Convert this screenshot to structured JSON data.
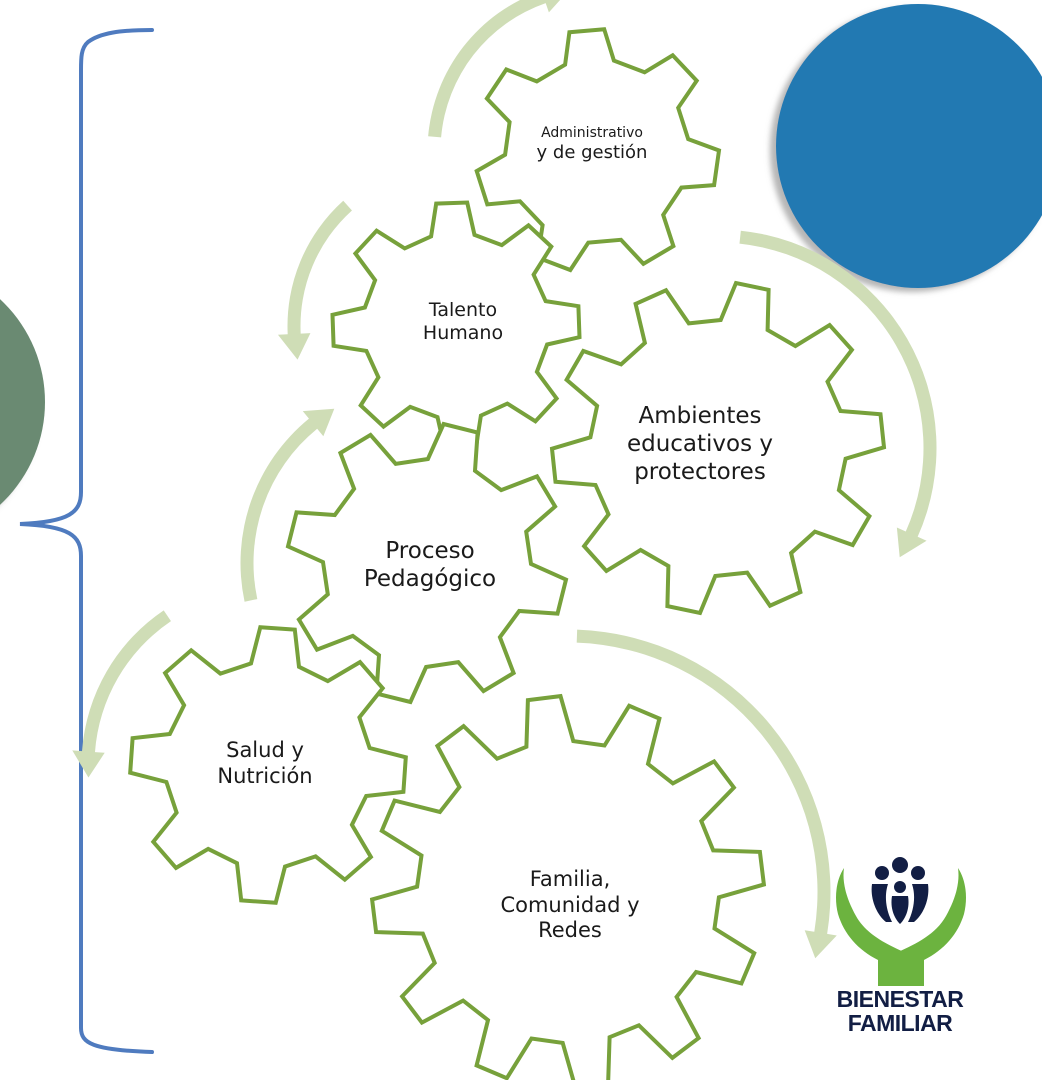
{
  "diagram": {
    "gears": [
      {
        "id": "administrativo",
        "lines": [
          "Administrativo",
          "y de gestión"
        ]
      },
      {
        "id": "talento",
        "lines": [
          "Talento",
          "Humano"
        ]
      },
      {
        "id": "ambientes",
        "lines": [
          "Ambientes",
          "educativos y",
          "protectores"
        ]
      },
      {
        "id": "proceso",
        "lines": [
          "Proceso",
          "Pedagógico"
        ]
      },
      {
        "id": "salud",
        "lines": [
          "Salud y",
          "Nutrición"
        ]
      },
      {
        "id": "familia",
        "lines": [
          "Familia,",
          "Comunidad y",
          "Redes"
        ]
      }
    ]
  },
  "logo": {
    "line1": "BIENESTAR",
    "line2": "FAMILIAR"
  },
  "colors": {
    "gear_stroke": "#77a13b",
    "arrow": "#cfddb6",
    "bracket": "#4f7bbf",
    "green_circle": "#6a8a72",
    "blue_circle": "#2279b2",
    "logo_green": "#6cb33f",
    "logo_dark": "#121e44"
  }
}
